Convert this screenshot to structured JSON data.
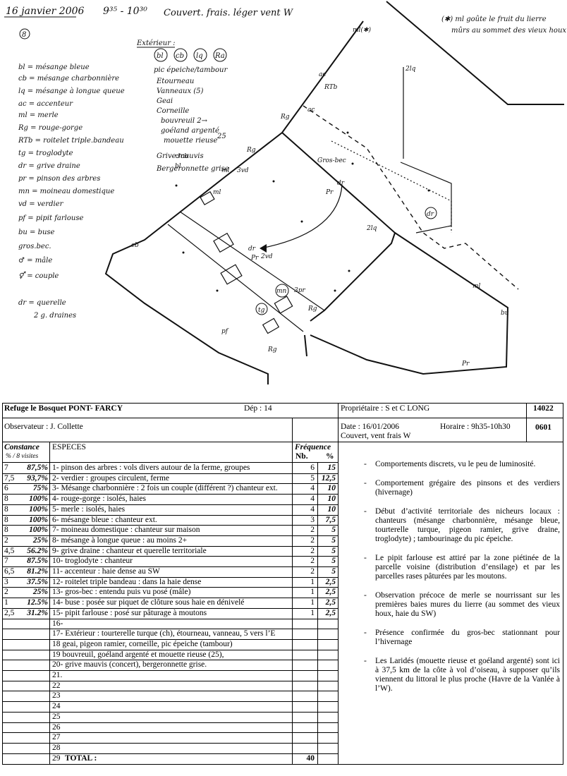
{
  "sketch": {
    "header_date": "16 janvier 2006",
    "header_time": "9³⁵ - 10³⁰",
    "header_weather": "Couvert. frais. léger vent W",
    "circled_number": "8",
    "note_top_right": [
      "(✱) ml goûte le fruit du lierre",
      "mûrs au sommet des vieux houx."
    ],
    "legend": [
      "bl = mésange bleue",
      "cb = mésange charbonnière",
      "lq = mésange à longue queue",
      "ac = accenteur",
      "ml = merle",
      "Rg = rouge-gorge",
      "RTb = roitelet triple.bandeau",
      "tg = troglodyte",
      "dr = grive draine",
      "pr = pinson des arbres",
      "mn = moineau domestique",
      "vd = verdier",
      "pf = pipit farlouse",
      "bu = buse",
      "gros.bec.",
      "♂ = mâle",
      "⚥ = couple",
      "dr = querelle",
      "2 g. draines"
    ],
    "exterior_title": "Extérieur :",
    "exterior_circled": [
      "bl",
      "cb",
      "lq",
      "Ra"
    ],
    "exterior_lines": [
      "pic épeiche/tambour",
      "Etourneau",
      "Vanneaux (5)",
      "Geai",
      "Corneille",
      "bouvreuil 2→",
      "goéland argenté",
      "mouette rieuse",
      "Grive mauvis",
      "Bergeronnette grise"
    ],
    "exterior_count": "25",
    "map_labels": [
      "ml(✱)",
      "2lq",
      "ac",
      "RTb",
      "Rg",
      "ac",
      "Rg",
      "ml",
      "3vd",
      "Gros-bec",
      "Pr",
      "dr",
      "ml",
      "dr",
      "2lq",
      "cb",
      "dr",
      "Pr",
      "2vd",
      "mn",
      "3pr",
      "tg",
      "Rg",
      "pf",
      "Rg",
      "♂cb",
      "bl",
      "bu",
      "ml",
      "Pr"
    ]
  },
  "header": {
    "site": "Refuge le Bosquet  PONT- FARCY",
    "dep": "Dép :  14",
    "proprietaire": "Propriétaire : S et C LONG",
    "code1": "14022",
    "observateur": "Observateur :  J. Collette",
    "date": "Date : 16/01/2006",
    "horaire": "Horaire :  9h35-10h30",
    "code2": "0601",
    "weather": "Couvert, vent frais W"
  },
  "columns": {
    "constance": "Constance",
    "constance_sub": "% / 8 visites",
    "especes": "ESPECES",
    "frequence": "Fréquence",
    "nb": "Nb.",
    "pct": "%"
  },
  "rows": [
    {
      "c": "7",
      "cp": "87,5%",
      "sp": "1- pinson des arbres : vols divers autour de la ferme, groupes",
      "nb": "6",
      "pct": "15"
    },
    {
      "c": "7,5",
      "cp": "93,7%",
      "sp": "2- verdier : groupes circulent,  ferme",
      "nb": "5",
      "pct": "12,5"
    },
    {
      "c": "6",
      "cp": "75%",
      "sp": "3- Mésange charbonnière : 2 fois un couple (différent ?) chanteur ext.",
      "nb": "4",
      "pct": "10"
    },
    {
      "c": "8",
      "cp": "100%",
      "sp": "4- rouge-gorge : isolés, haies",
      "nb": "4",
      "pct": "10"
    },
    {
      "c": "8",
      "cp": "100%",
      "sp": "5- merle : isolés, haies",
      "nb": "4",
      "pct": "10"
    },
    {
      "c": "8",
      "cp": "100%",
      "sp": "6- mésange bleue : chanteur ext.",
      "nb": "3",
      "pct": "7,5"
    },
    {
      "c": "8",
      "cp": "100%",
      "sp": "7- moineau domestique : chanteur sur maison",
      "nb": "2",
      "pct": "5"
    },
    {
      "c": "2",
      "cp": "25%",
      "sp": "8-  mésange à longue queue : au moins 2+",
      "nb": "2",
      "pct": "5"
    },
    {
      "c": "4,5",
      "cp": "56.2%",
      "sp": "9- grive draine : chanteur et querelle territoriale",
      "nb": "2",
      "pct": "5"
    },
    {
      "c": "7",
      "cp": "87.5%",
      "sp": "10- troglodyte : chanteur",
      "nb": "2",
      "pct": "5"
    },
    {
      "c": "6,5",
      "cp": "81.2%",
      "sp": "11- accenteur : haie dense au SW",
      "nb": "2",
      "pct": "5"
    },
    {
      "c": "3",
      "cp": "37.5%",
      "sp": "12- roitelet triple bandeau : dans la haie dense",
      "nb": "1",
      "pct": "2,5"
    },
    {
      "c": "2",
      "cp": "25%",
      "sp": "13- gros-bec : entendu puis vu posé (mâle)",
      "nb": "1",
      "pct": "2,5"
    },
    {
      "c": "1",
      "cp": "12.5%",
      "sp": "14- buse : posée sur piquet de clôture sous haie en dénivelé",
      "nb": "1",
      "pct": "2,5"
    },
    {
      "c": "2,5",
      "cp": "31.2%",
      "sp": "15- pipit farlouse : posé sur pâturage à moutons",
      "nb": "1",
      "pct": "2,5"
    },
    {
      "c": "",
      "cp": "",
      "sp": "16-",
      "nb": "",
      "pct": ""
    },
    {
      "c": "",
      "cp": "",
      "sp": "17- Extérieur :  tourterelle turque (ch), étourneau, vanneau, 5 vers l’E",
      "nb": "",
      "pct": ""
    },
    {
      "c": "",
      "cp": "",
      "sp": "18                geai, pigeon ramier, corneille, pic épeiche (tambour)",
      "nb": "",
      "pct": ""
    },
    {
      "c": "",
      "cp": "",
      "sp": "19                bouvreuil, goéland argenté et mouette rieuse (25),",
      "nb": "",
      "pct": ""
    },
    {
      "c": "",
      "cp": "",
      "sp": "20-               grive mauvis (concert), bergeronnette grise.",
      "nb": "",
      "pct": ""
    },
    {
      "c": "",
      "cp": "",
      "sp": "21.",
      "nb": "",
      "pct": ""
    },
    {
      "c": "",
      "cp": "",
      "sp": "22",
      "nb": "",
      "pct": ""
    },
    {
      "c": "",
      "cp": "",
      "sp": "23",
      "nb": "",
      "pct": ""
    },
    {
      "c": "",
      "cp": "",
      "sp": "24",
      "nb": "",
      "pct": ""
    },
    {
      "c": "",
      "cp": "",
      "sp": "25",
      "nb": "",
      "pct": ""
    },
    {
      "c": "",
      "cp": "",
      "sp": "26",
      "nb": "",
      "pct": ""
    },
    {
      "c": "",
      "cp": "",
      "sp": "27",
      "nb": "",
      "pct": ""
    },
    {
      "c": "",
      "cp": "",
      "sp": "28",
      "nb": "",
      "pct": ""
    }
  ],
  "total": {
    "label_num": "29",
    "label": "TOTAL :",
    "nb": "40"
  },
  "notes": [
    "Comportements discrets, vu le peu de luminosité.",
    "Comportement grégaire des pinsons et des verdiers (hivernage)",
    "Début d’activité territoriale des nicheurs locaux : chanteurs (mésange charbonnière, mésange bleue, tourterelle turque, pigeon ramier, grive draine, troglodyte) ; tambourinage du pic épeiche.",
    "Le pipit farlouse est attiré par la zone piétinée de la parcelle voisine (distribution d’ensilage) et par les parcelles rases pâturées par les moutons.",
    "Observation précoce de merle se nourrissant sur les premières baies mures du lierre (au sommet des vieux houx, haie du SW)",
    "Présence confirmée du gros-bec stationnant pour l’hivernage",
    "Les Laridés (mouette rieuse et goéland argenté) sont ici à 37,5 km de la côte à vol d’oiseau, à supposer qu’ils viennent du littoral le plus proche (Havre de la Vanlée à l’W)."
  ]
}
